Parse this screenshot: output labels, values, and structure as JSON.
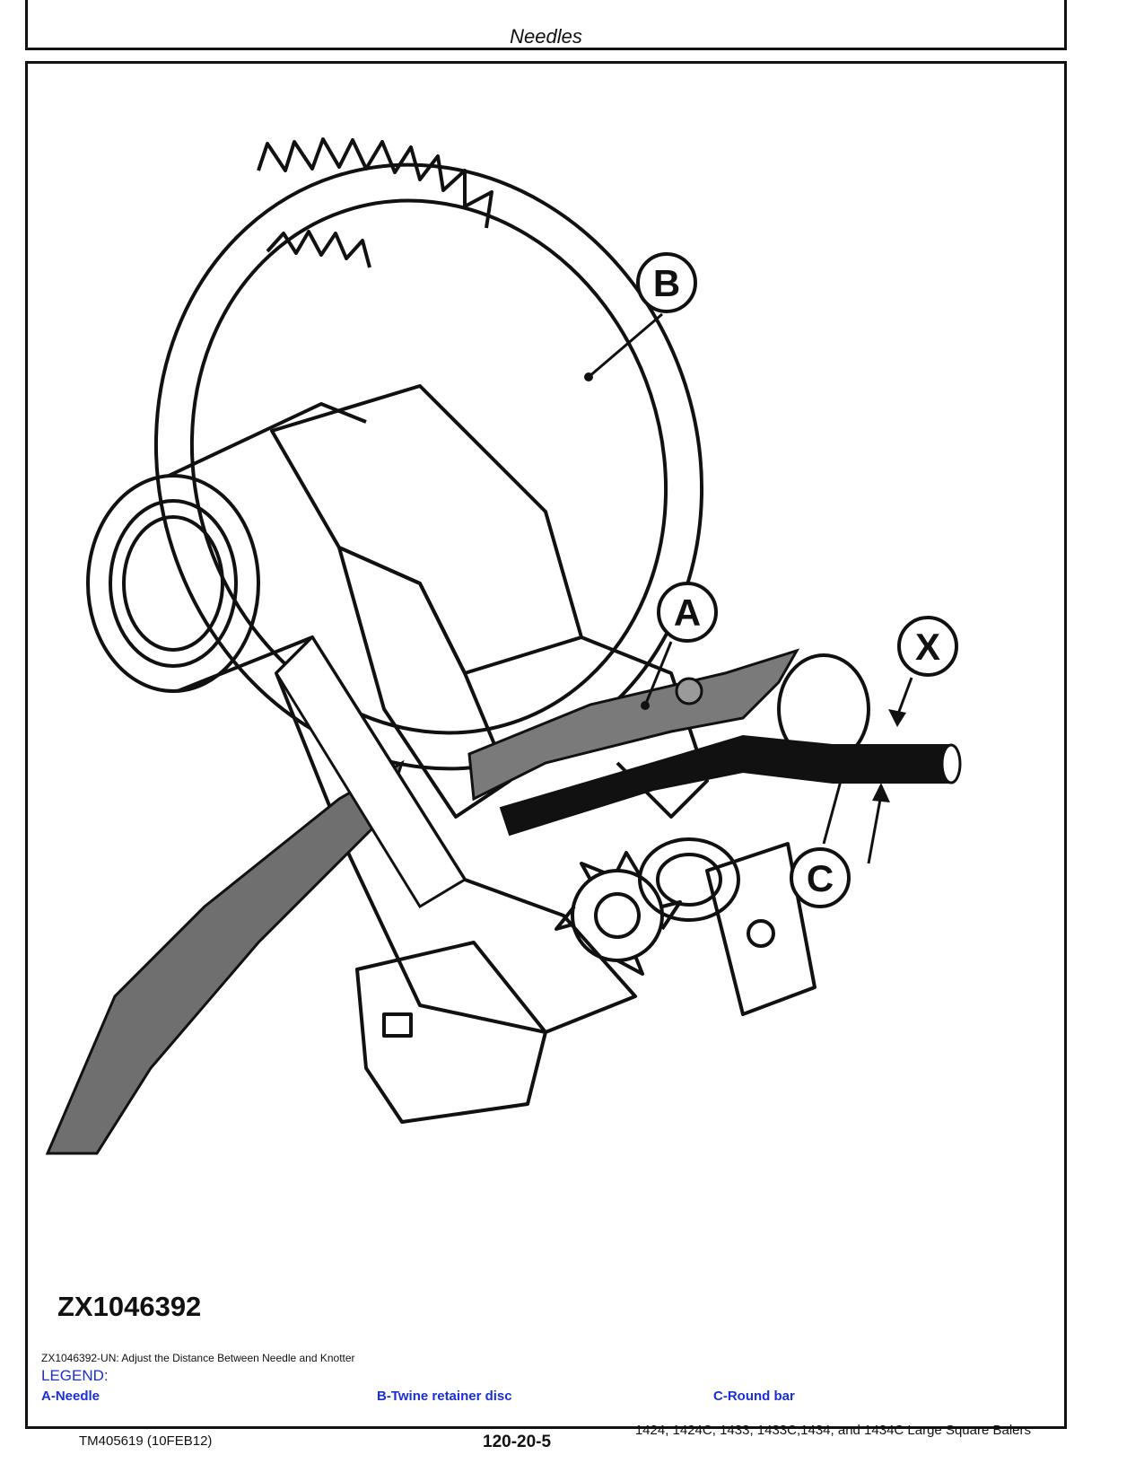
{
  "header": {
    "section_title": "Needles"
  },
  "figure": {
    "id": "ZX1046392",
    "caption": "ZX1046392-UN: Adjust the Distance Between Needle and Knotter",
    "callouts": {
      "a": "A",
      "b": "B",
      "c": "C",
      "x": "X"
    }
  },
  "legend": {
    "title": "LEGEND:",
    "items": [
      "A-Needle",
      "B-Twine retainer disc",
      "C-Round bar"
    ]
  },
  "footer": {
    "doc_number": "TM405619 (10FEB12)",
    "page": "120-20-5",
    "model": "1424, 1424C, 1433, 1433C,1434, and 1434C Large Square Balers"
  },
  "colors": {
    "legend": "#1a2fd6",
    "needle": "#7a7a7a",
    "round_bar": "#111111"
  }
}
